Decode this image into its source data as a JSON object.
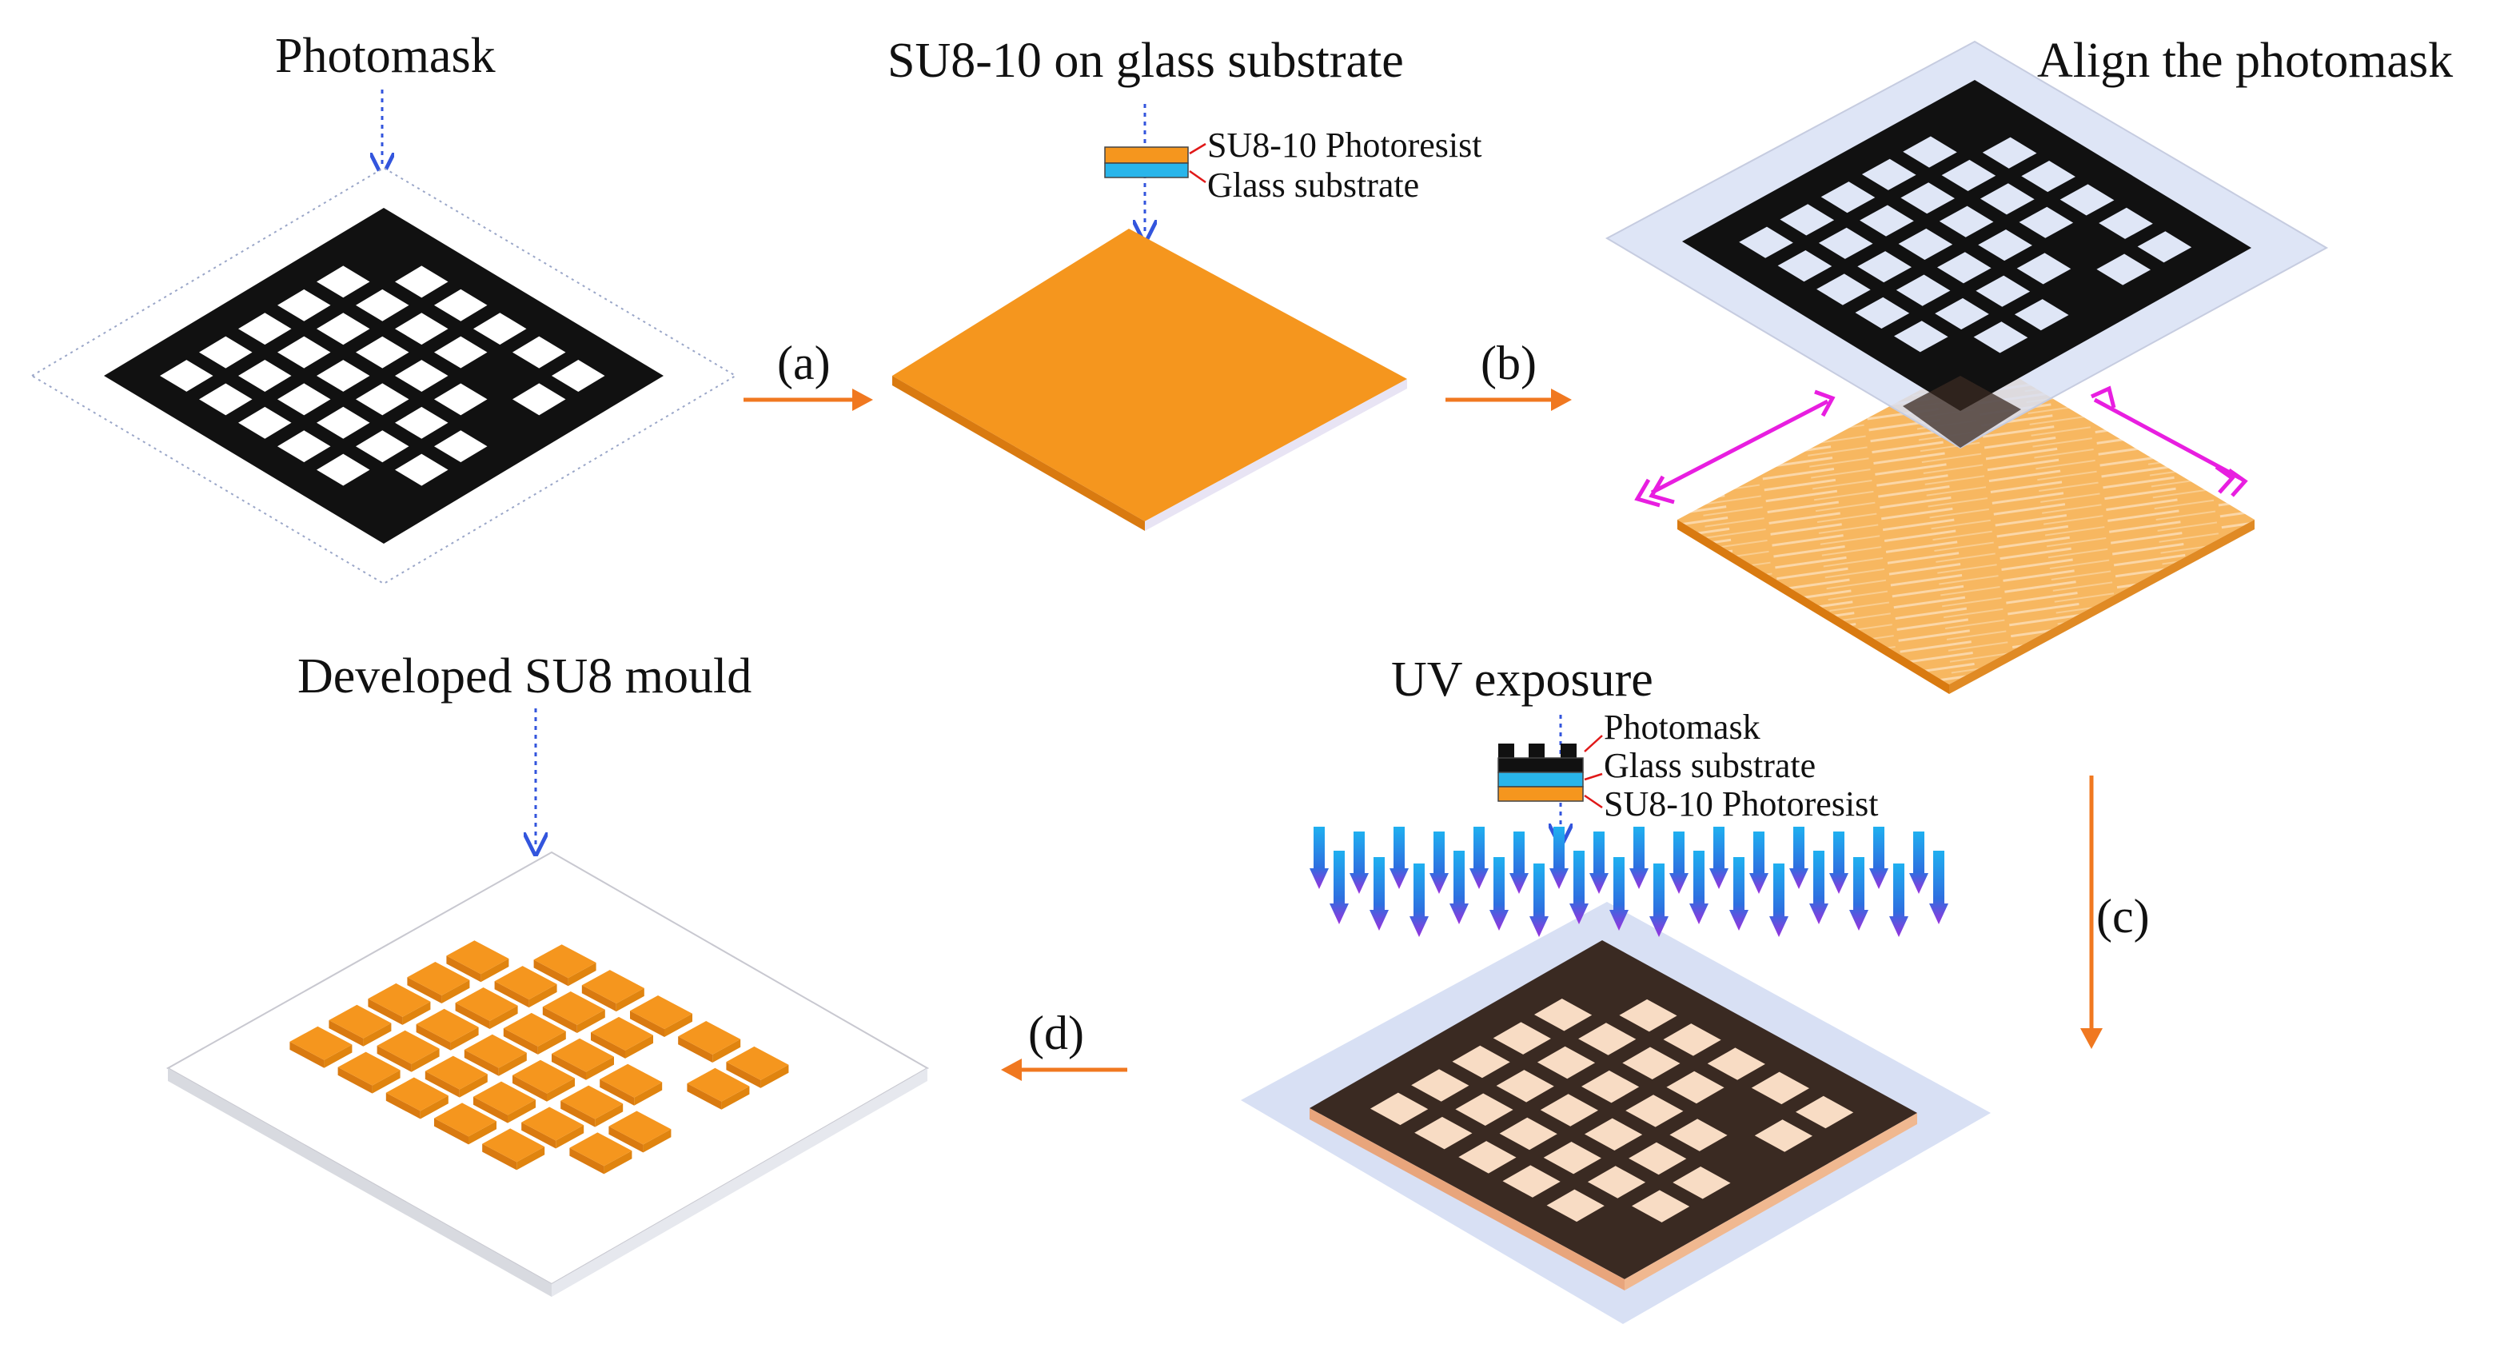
{
  "colors": {
    "mask_black": "#111111",
    "window_white": "#ffffff",
    "resist_orange": "#f5961e",
    "resist_side": "#d97a10",
    "glass_blue": "#d8e0f4",
    "glass_layer_cyan": "#29b5ea",
    "arrow_orange": "#f07820",
    "align_magenta": "#e81ee0",
    "guide_blue": "#3355dd",
    "exposed_resist": "#3a2a22",
    "exposed_window": "#f8dcc4",
    "uv_arrow_top": "#1fb0f0",
    "uv_arrow_bottom": "#9933dd"
  },
  "panels": {
    "photomask": {
      "title": "Photomask",
      "icon": "photomask-grid-icon"
    },
    "coating": {
      "title": "SU8-10 on glass substrate",
      "legend": [
        "SU8-10 Photoresist",
        "Glass substrate"
      ],
      "icon": "coated-substrate-icon"
    },
    "align": {
      "title": "Align the photomask",
      "icon": "alignment-arrows-icon"
    },
    "exposure": {
      "title": "UV exposure",
      "legend": [
        "Photomask",
        "Glass substrate",
        "SU8-10 Photoresist"
      ],
      "icon": "uv-arrow-icon"
    },
    "mould": {
      "title": "Developed SU8 mould",
      "icon": "mould-pad-icon"
    }
  },
  "steps": [
    {
      "label": "(a)",
      "icon": "arrow-right-icon"
    },
    {
      "label": "(b)",
      "icon": "arrow-right-icon"
    },
    {
      "label": "(c)",
      "icon": "arrow-down-icon"
    },
    {
      "label": "(d)",
      "icon": "arrow-left-icon"
    }
  ],
  "mask_pattern": {
    "grid": "6 x 6 windows, 32 open (gaps at four grid positions)"
  }
}
